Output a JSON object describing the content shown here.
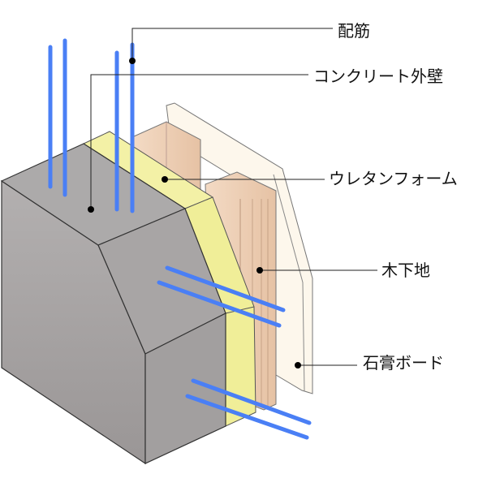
{
  "labels": {
    "rebar": "配筋",
    "concrete": "コンクリート外壁",
    "urethane": "ウレタンフォーム",
    "wood": "木下地",
    "gypsum": "石膏ボード"
  },
  "colors": {
    "concrete": "#a9a6a6",
    "insulation": "#f2f0a0",
    "wood": "#efcfb4",
    "gypsum": "#fdf7ec",
    "rebar": "#4a7ff5"
  }
}
